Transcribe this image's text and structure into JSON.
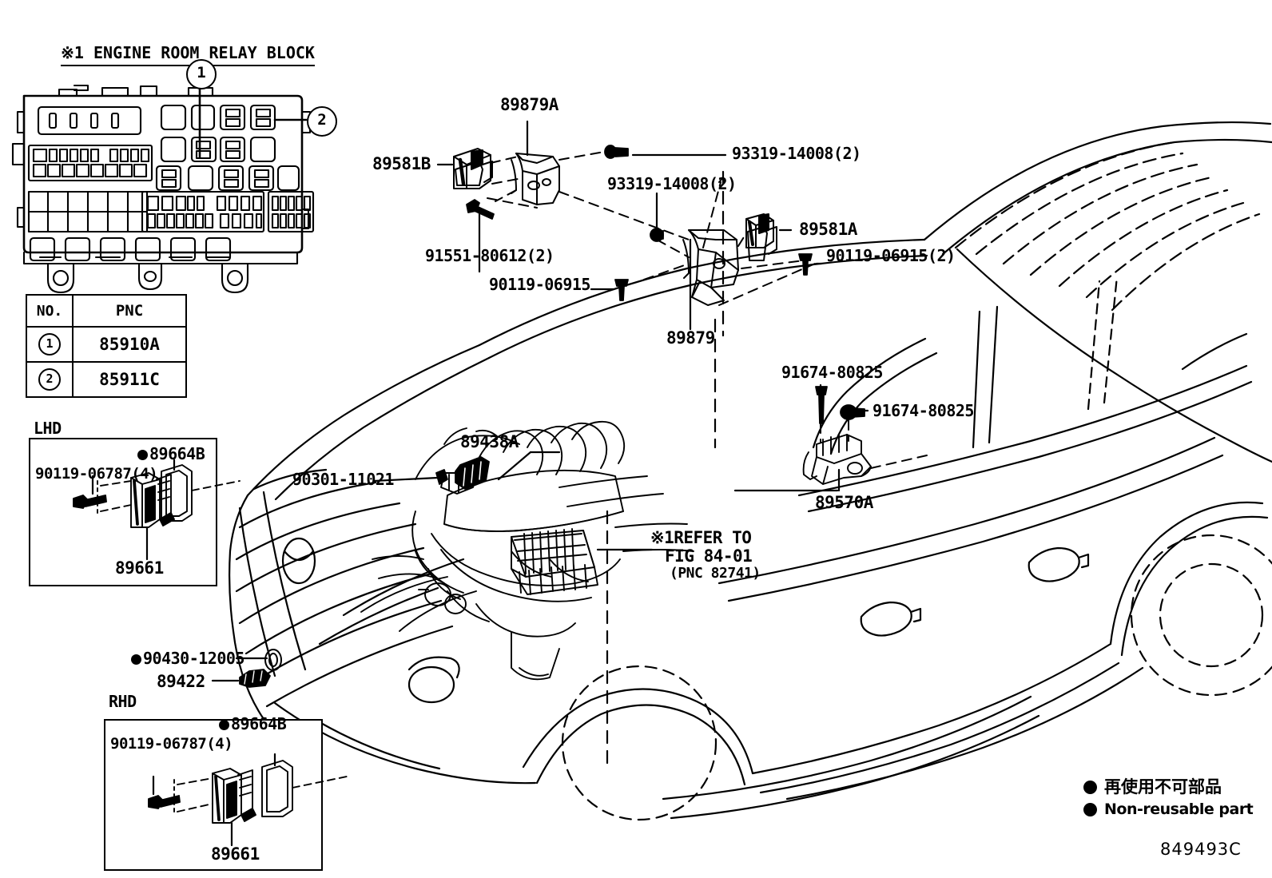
{
  "diagram": {
    "title": "※1 ENGINE ROOM RELAY BLOCK",
    "figure_id": "849493C"
  },
  "pnc_table": {
    "headers": [
      "NO.",
      "PNC"
    ],
    "rows": [
      {
        "no": "1",
        "pnc": "85910A"
      },
      {
        "no": "2",
        "pnc": "85911C"
      }
    ]
  },
  "relay_block": {
    "callout_1": "1",
    "callout_2": "2"
  },
  "subassemblies": {
    "lhd": {
      "title": "LHD",
      "bolt_label": "90119-06787(4)",
      "cover_label": "89664B",
      "cover_nonreusable": true,
      "unit_label": "89661"
    },
    "rhd": {
      "title": "RHD",
      "bolt_label": "90119-06787(4)",
      "cover_label": "89664B",
      "cover_nonreusable": true,
      "unit_label": "89661"
    }
  },
  "callouts": [
    {
      "id": "89879A",
      "text": "89879A"
    },
    {
      "id": "89581B",
      "text": "89581B"
    },
    {
      "id": "93319-14008-a",
      "text": "93319-14008(2)"
    },
    {
      "id": "93319-14008-b",
      "text": "93319-14008(2)"
    },
    {
      "id": "89581A",
      "text": "89581A"
    },
    {
      "id": "90119-06915-2",
      "text": "90119-06915(2)"
    },
    {
      "id": "91551-80612",
      "text": "91551-80612(2)"
    },
    {
      "id": "90119-06915",
      "text": "90119-06915"
    },
    {
      "id": "89879",
      "text": "89879"
    },
    {
      "id": "91674-80825-a",
      "text": "91674-80825"
    },
    {
      "id": "91674-80825-b",
      "text": "91674-80825"
    },
    {
      "id": "89570A",
      "text": "89570A"
    },
    {
      "id": "89438A",
      "text": "89438A"
    },
    {
      "id": "90301-11021",
      "text": "90301-11021"
    },
    {
      "id": "90430-12005",
      "text": "90430-12005"
    },
    {
      "id": "89422",
      "text": "89422"
    }
  ],
  "refer_note": {
    "line1": "※1REFER TO",
    "line2": "FIG 84-01",
    "line3": "(PNC 82741)"
  },
  "legend": {
    "japanese": "再使用不可部品",
    "english": "Non-reusable part"
  }
}
